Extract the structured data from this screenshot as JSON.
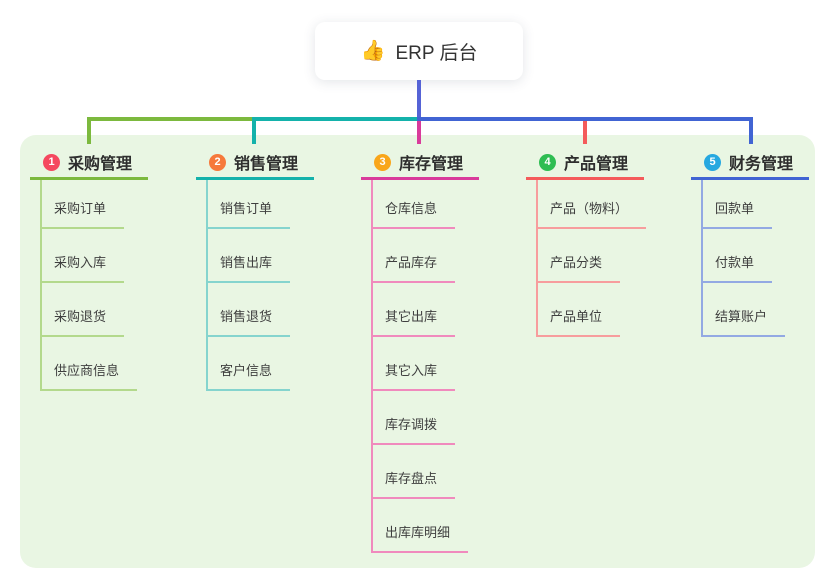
{
  "root": {
    "icon": "👍",
    "label": "ERP 后台"
  },
  "branches": [
    {
      "num": "1",
      "label": "采购管理",
      "badge_color": "#f5485f",
      "line_color": "#7cb93e",
      "light_line_color": "#b3d98c",
      "children": [
        "采购订单",
        "采购入库",
        "采购退货",
        "供应商信息"
      ]
    },
    {
      "num": "2",
      "label": "销售管理",
      "badge_color": "#f6793b",
      "line_color": "#14b2ab",
      "light_line_color": "#85d4ce",
      "children": [
        "销售订单",
        "销售出库",
        "销售退货",
        "客户信息"
      ]
    },
    {
      "num": "3",
      "label": "库存管理",
      "badge_color": "#f9a61a",
      "line_color": "#d93b9b",
      "light_line_color": "#f08abd",
      "children": [
        "仓库信息",
        "产品库存",
        "其它出库",
        "其它入库",
        "库存调拨",
        "库存盘点",
        "出库库明细"
      ]
    },
    {
      "num": "4",
      "label": "产品管理",
      "badge_color": "#2ebd52",
      "line_color": "#f45b5b",
      "light_line_color": "#f79d9d",
      "children": [
        "产品（物料）",
        "产品分类",
        "产品单位"
      ]
    },
    {
      "num": "5",
      "label": "财务管理",
      "badge_color": "#26a8e0",
      "line_color": "#4164d3",
      "light_line_color": "#93a9e3",
      "children": [
        "回款单",
        "付款单",
        "结算账户"
      ]
    }
  ],
  "colors": {
    "canvas_bg": "#ffffff",
    "panel_bg": "#e9f6e3",
    "root_connector": "#5563d6"
  }
}
